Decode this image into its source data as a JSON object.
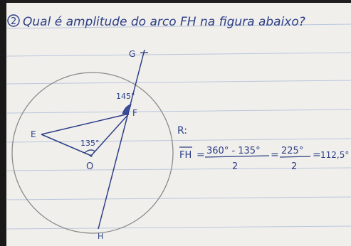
{
  "question": {
    "number": "2",
    "text": "Qual é amplitude do arco FH na figura abaixo?"
  },
  "figure": {
    "labels": {
      "g": "G",
      "f": "F",
      "e": "E",
      "o": "O",
      "h": "H",
      "angle_outer": "145°",
      "angle_center": "135°"
    }
  },
  "answer": {
    "label": "R:",
    "arc": "FH",
    "num1": "360° - 135°",
    "den1": "2",
    "num2": "225°",
    "den2": "2",
    "result": "112,5°"
  },
  "colors": {
    "paper": "#f1efec",
    "ink": "#2c3f86",
    "rule_line": "#b9c6dc",
    "pencil": "#8a8a8a"
  }
}
